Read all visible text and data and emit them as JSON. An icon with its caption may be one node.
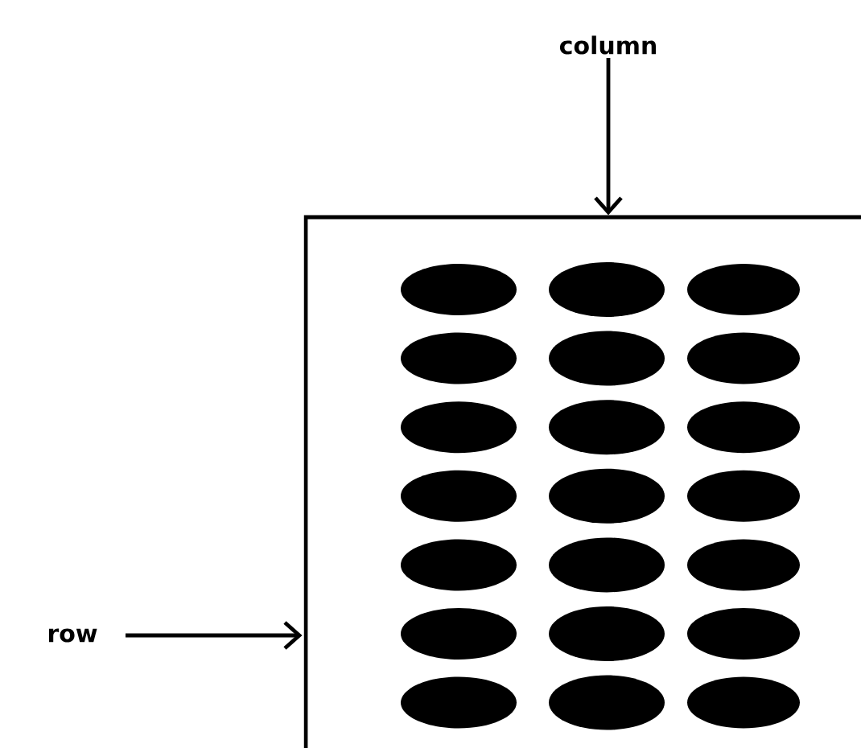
{
  "diagram": {
    "nodes": [
      {
        "text": [
          "column"
        ]
      },
      {
        "text": [
          "row"
        ]
      },
      {
        "text": [],
        "shape": "box"
      }
    ],
    "edges": [
      {
        "from": 0,
        "to": 2,
        "arrow": "to"
      },
      {
        "from": 1,
        "to": 2,
        "arrow": "to"
      }
    ]
  }
}
